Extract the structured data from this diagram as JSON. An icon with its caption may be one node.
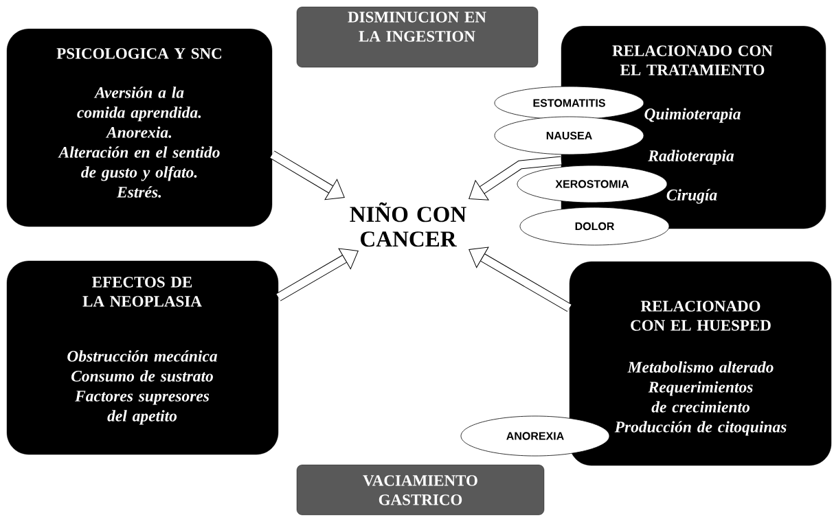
{
  "diagram": {
    "nodes": [
      {
        "text": [
          "DISMINUCION EN LA INGESTION"
        ]
      },
      {
        "text": [
          "PSICOLOGICA Y SNC",
          "Aversión a la comida aprendida.",
          "Anorexia.",
          "Alteración en el sentido de gusto y olfato.",
          "Estrés."
        ]
      },
      {
        "text": [
          "RELACIONADO CON EL TRATAMIENTO",
          "Quimioterapia",
          "Radioterapia",
          "Cirugía"
        ]
      },
      {
        "text": [
          "ESTOMATITIS"
        ]
      },
      {
        "text": [
          "NAUSEA"
        ]
      },
      {
        "text": [
          "XEROSTOMIA"
        ]
      },
      {
        "text": [
          "DOLOR"
        ]
      },
      {
        "text": [
          "NIÑO CON CANCER"
        ]
      },
      {
        "text": [
          "EFECTOS DE LA NEOPLASIA",
          "Obstrucción mecánica",
          "Consumo de sustrato",
          "Factores supresores del apetito"
        ]
      },
      {
        "text": [
          "RELACIONADO CON EL HUESPED",
          "Metabolismo alterado",
          "Requerimientos de crecimiento",
          "Producción de citoquinas"
        ]
      },
      {
        "text": [
          "ANOREXIA"
        ]
      },
      {
        "text": [
          "VACIAMIENTO GASTRICO"
        ]
      }
    ],
    "edges": [
      {
        "from": 1,
        "to": 7,
        "arrow": "to"
      },
      {
        "from": 2,
        "to": 7,
        "arrow": "to"
      },
      {
        "from": 8,
        "to": 7,
        "arrow": "to"
      },
      {
        "from": 9,
        "to": 7,
        "arrow": "to"
      }
    ]
  }
}
